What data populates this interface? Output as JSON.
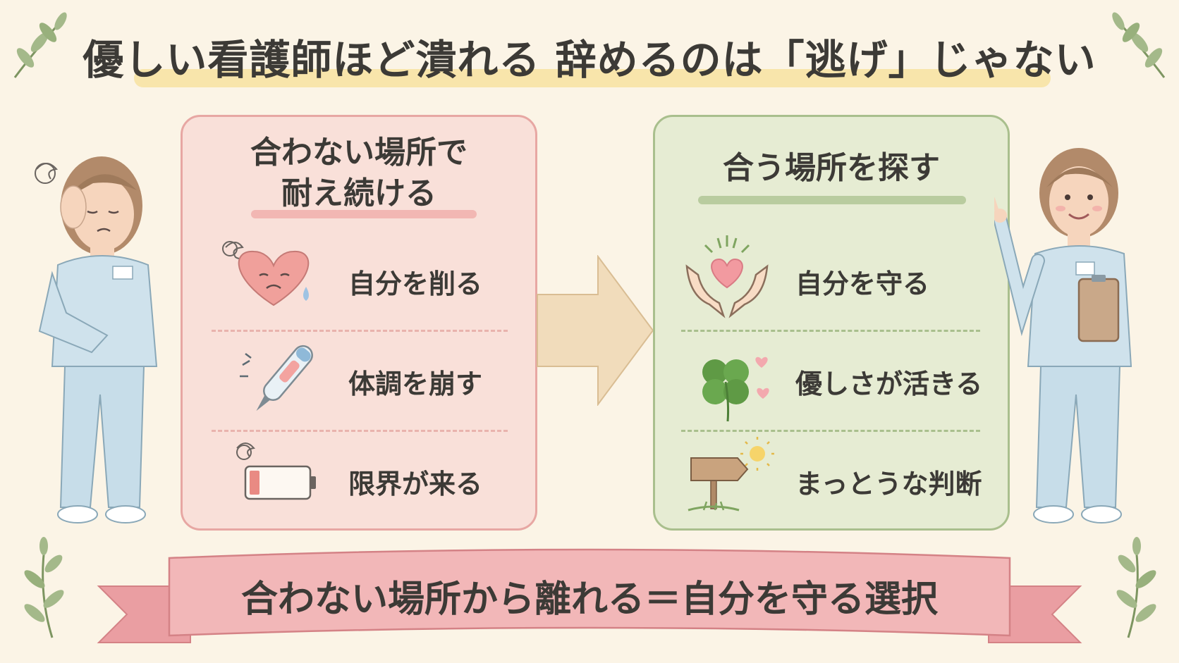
{
  "title": "優しい看護師ほど潰れる 辞めるのは「逃げ」じゃない",
  "left_panel": {
    "title_line1": "合わない場所で",
    "title_line2": "耐え続ける",
    "items": [
      {
        "icon": "sad-heart-icon",
        "label": "自分を削る"
      },
      {
        "icon": "thermometer-icon",
        "label": "体調を崩す"
      },
      {
        "icon": "low-battery-icon",
        "label": "限界が来る"
      }
    ]
  },
  "right_panel": {
    "title": "合う場所を探す",
    "items": [
      {
        "icon": "hands-heart-icon",
        "label": "自分を守る"
      },
      {
        "icon": "clover-icon",
        "label": "優しさが活きる"
      },
      {
        "icon": "signpost-icon",
        "label": "まっとうな判断"
      }
    ]
  },
  "banner": "合わない場所から離れる＝自分を守る選択",
  "colors": {
    "background": "#fbf4e6",
    "left_panel_bg": "#f9e0d9",
    "left_panel_border": "#e7a7a3",
    "right_panel_bg": "#e6ecd3",
    "right_panel_border": "#a9bf8d",
    "arrow": "#f1dcbb",
    "banner": "#f2b7b8",
    "title_highlight": "#f7e3a4",
    "text": "#3c3a36"
  }
}
